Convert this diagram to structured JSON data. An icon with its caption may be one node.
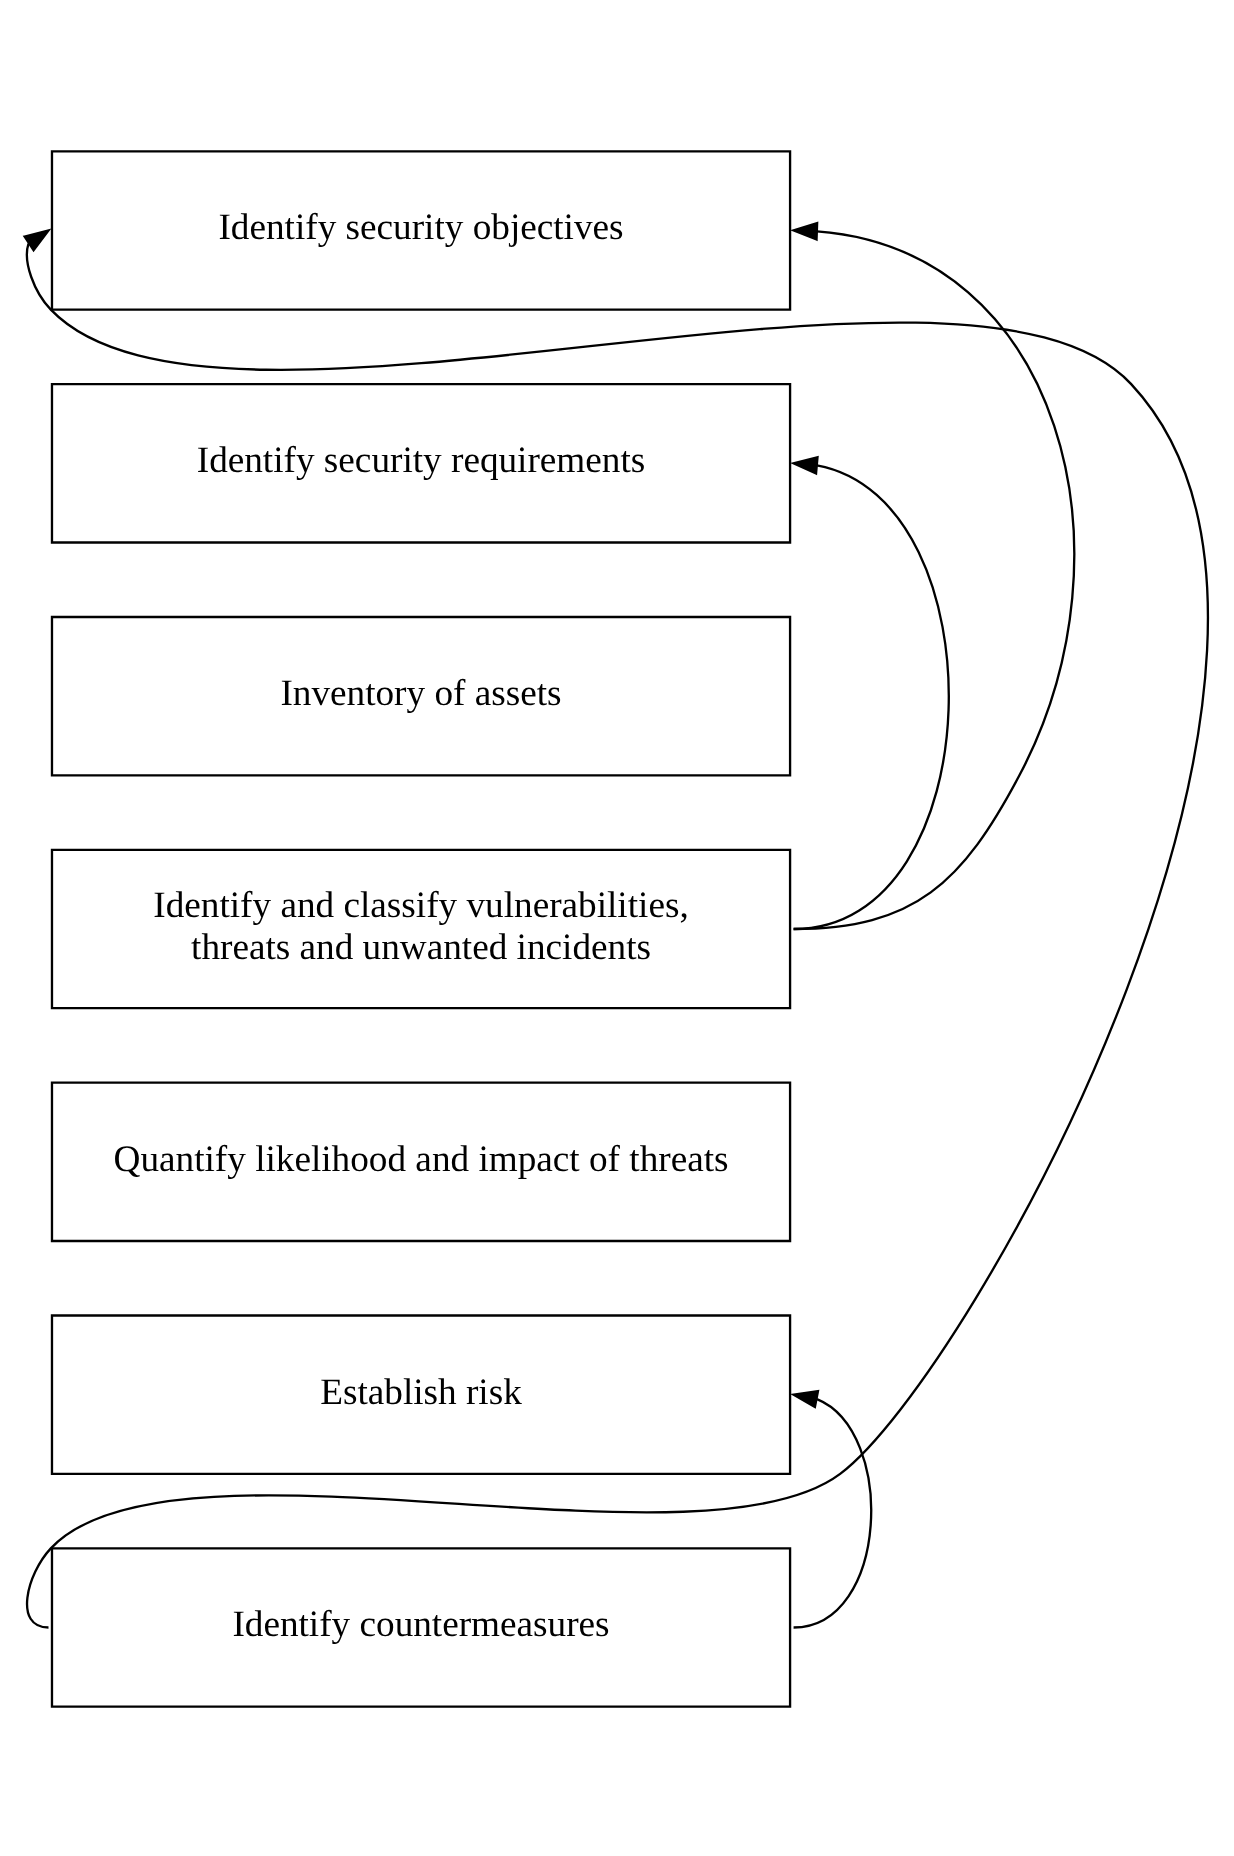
{
  "diagram": {
    "nodes": [
      {
        "text": [
          "Identify security objectives"
        ]
      },
      {
        "text": [
          "Identify security requirements"
        ]
      },
      {
        "text": [
          "Inventory of assets"
        ]
      },
      {
        "text": [
          "Identify and classify vulnerabilities, threats and unwanted incidents"
        ]
      },
      {
        "text": [
          "Quantify likelihood and impact of threats"
        ]
      },
      {
        "text": [
          "Establish risk"
        ]
      },
      {
        "text": [
          "Identify countermeasures"
        ]
      }
    ],
    "edges": [
      {
        "from": 6,
        "to": 0,
        "arrow": "to"
      },
      {
        "from": 3,
        "to": 0,
        "arrow": "to"
      },
      {
        "from": 3,
        "to": 1,
        "arrow": "to"
      },
      {
        "from": 6,
        "to": 5,
        "arrow": "to"
      }
    ]
  }
}
